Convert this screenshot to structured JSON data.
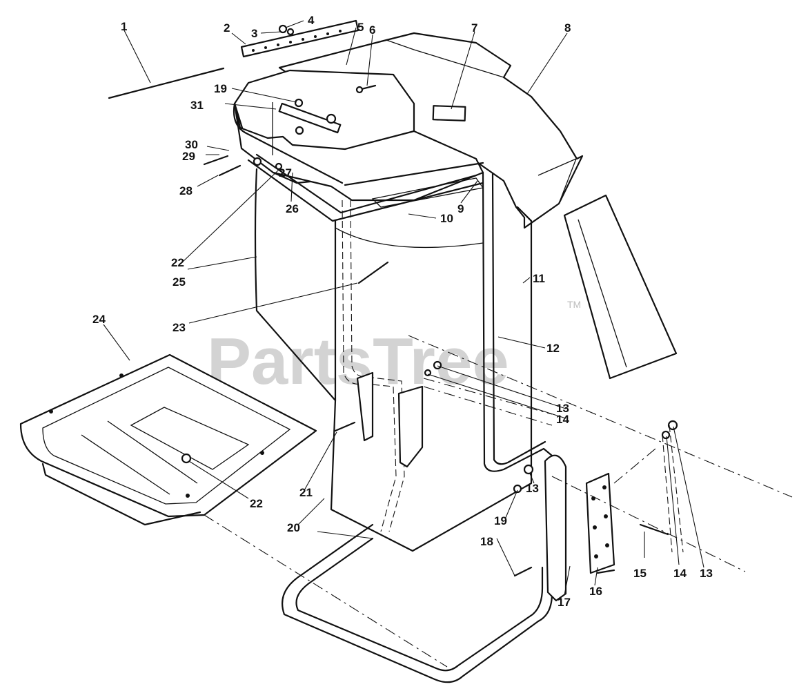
{
  "watermark": {
    "text": "PartsTree",
    "tm": "TM"
  },
  "labels": {
    "l1": "1",
    "l2": "2",
    "l3": "3",
    "l4": "4",
    "l5": "5",
    "l6": "6",
    "l7": "7",
    "l8": "8",
    "l9": "9",
    "l10": "10",
    "l11": "11",
    "l12": "12",
    "l13a": "13",
    "l13b": "13",
    "l13c": "13",
    "l14a": "14",
    "l14b": "14",
    "l15": "15",
    "l16": "16",
    "l17": "17",
    "l18": "18",
    "l19a": "19",
    "l19b": "19",
    "l20": "20",
    "l21": "21",
    "l22a": "22",
    "l22b": "22",
    "l23": "23",
    "l24": "24",
    "l25": "25",
    "l26": "26",
    "l27": "27",
    "l28": "28",
    "l29": "29",
    "l30": "30",
    "l31": "31"
  }
}
